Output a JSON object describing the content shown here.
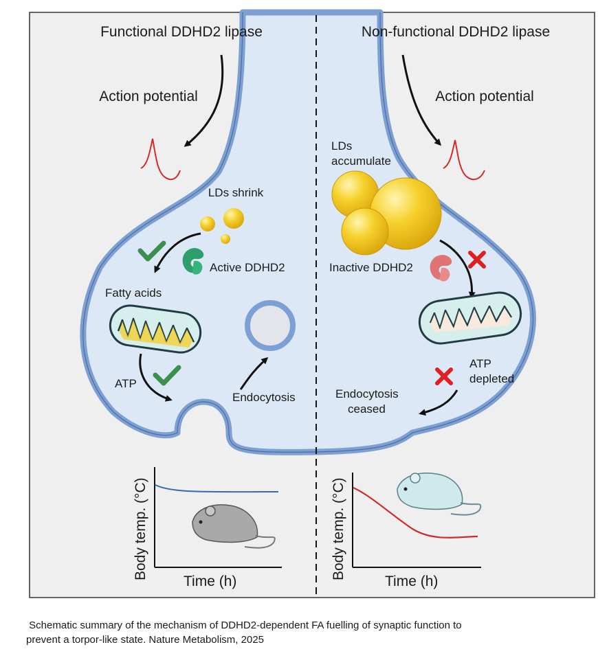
{
  "left_panel": {
    "title": "Functional DDHD2 lipase",
    "action_potential": "Action potential",
    "lds_label": "LDs shrink",
    "enzyme_label": "Active DDHD2",
    "fatty_acids": "Fatty acids",
    "atp": "ATP",
    "endocytosis": "Endocytosis"
  },
  "right_panel": {
    "title": "Non-functional DDHD2 lipase",
    "action_potential": "Action potential",
    "lds_label_line1": "LDs",
    "lds_label_line2": "accumulate",
    "enzyme_label": "Inactive DDHD2",
    "atp_line1": "ATP",
    "atp_line2": "depleted",
    "endocytosis_line1": "Endocytosis",
    "endocytosis_line2": "ceased"
  },
  "graphs": {
    "left": {
      "ylabel": "Body temp. (°C)",
      "xlabel": "Time (h)",
      "line_color": "#2f6db3"
    },
    "right": {
      "ylabel": "Body temp. (°C)",
      "xlabel": "Time (h)",
      "line_color": "#d22b2b"
    }
  },
  "caption": {
    "line1": " Schematic summary of the mechanism of DDHD2-dependent FA fuelling of synaptic function to",
    "line2": "prevent a torpor-like state. Nature Metabolism, 2025"
  },
  "colors": {
    "membrane": "#7da0d4",
    "cytoplasm": "#dce8f5",
    "background": "#efefef",
    "lipid_droplet": "#f2c619",
    "enzyme_active": "#2e9e6a",
    "enzyme_inactive": "#e07474",
    "check": "#3b8f4f",
    "cross": "#e02020"
  }
}
